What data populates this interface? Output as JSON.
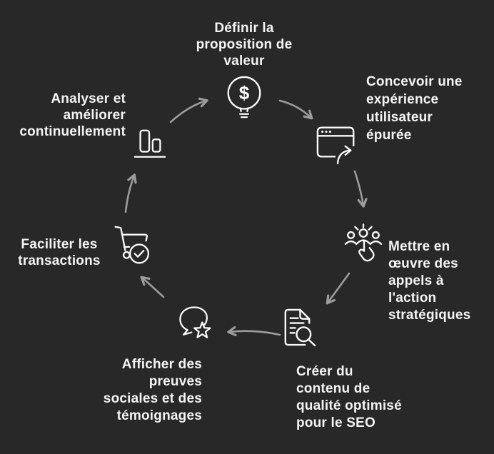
{
  "meta": {
    "background_color": "#282828",
    "text_color": "#f4f4f4",
    "icon_color": "#fbfbfb",
    "arrow_color": "#9c9c9c",
    "diagram_type": "circular-cycle"
  },
  "steps": [
    {
      "id": "define-value",
      "label": "Définir la\nproposition de\nvaleur",
      "icon": "lightbulb-dollar-icon"
    },
    {
      "id": "ux-design",
      "label": "Concevoir une\nexpérience\nutilisateur\népurée",
      "icon": "browser-arrow-icon"
    },
    {
      "id": "cta",
      "label": "Mettre en\nœuvre des\nappels à\nl'action\nstratégiques",
      "icon": "audience-click-icon"
    },
    {
      "id": "seo-content",
      "label": "Créer du\ncontenu de\nqualité optimisé\npour le SEO",
      "icon": "document-search-icon"
    },
    {
      "id": "social-proof",
      "label": "Afficher des\npreuves\nsociales et des\ntémoignages",
      "icon": "chat-star-icon"
    },
    {
      "id": "transactions",
      "label": "Faciliter les\ntransactions",
      "icon": "cart-check-icon"
    },
    {
      "id": "analyze",
      "label": "Analyser et\naméliorer\ncontinuellement",
      "icon": "bar-chart-icon"
    }
  ],
  "icon_glyphs": {
    "dollar": "$"
  }
}
